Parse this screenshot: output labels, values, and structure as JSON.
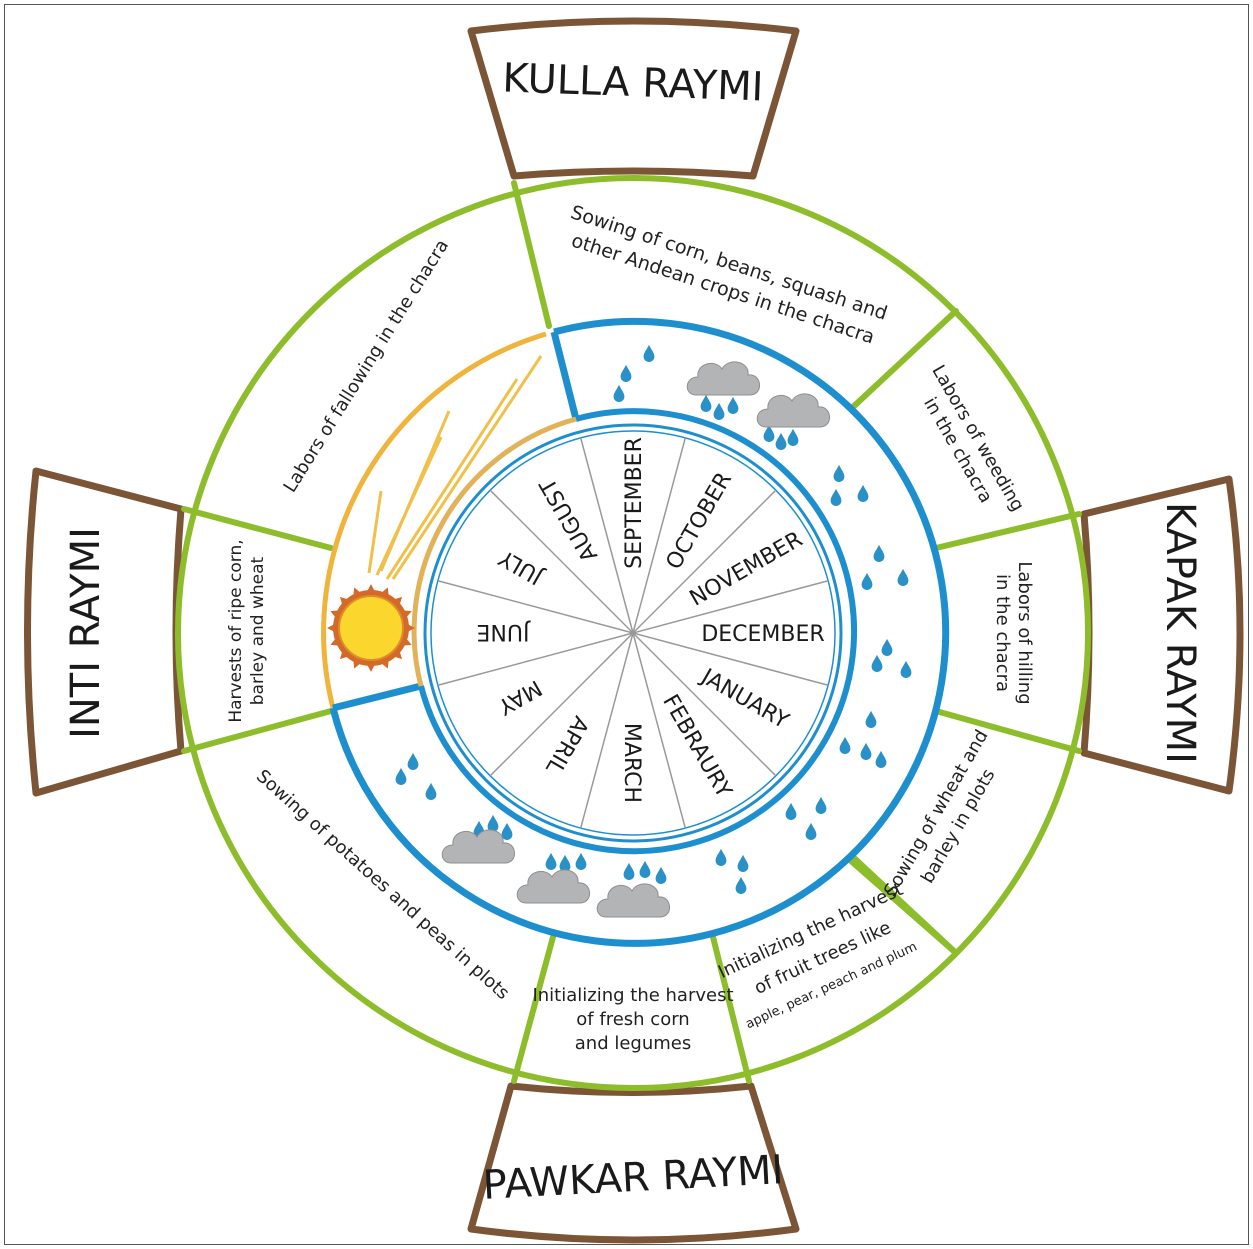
{
  "festivals": {
    "top": "KULLA RAYMI",
    "right": "KAPAK RAYMI",
    "bottom": "PAWKAR RAYMI",
    "left": "INTI RAYMI"
  },
  "labors": {
    "fallowing": "Labors of fallowing in the chacra",
    "sowing_corn": [
      "Sowing of corn, beans, squash and",
      "other Andean crops in the chacra"
    ],
    "weeding": [
      "Labors of weeding",
      "in the chacra"
    ],
    "hilling": [
      "Labors of hilling",
      "in the chacra"
    ],
    "sowing_wheat": [
      "Sowing of wheat and",
      "barley in plots"
    ],
    "fruit_harvest": [
      "Initializing the harvest",
      "of fruit trees like",
      "apple, pear, peach and plum"
    ],
    "fresh_corn": [
      "Initializing the harvest",
      "of fresh corn",
      "and legumes"
    ],
    "sowing_potatoes": "Sowing of potatoes and peas in plots",
    "ripe_harvest": [
      "Harvests of ripe corn,",
      "barley and wheat"
    ]
  },
  "months": [
    "SEPTEMBER",
    "OCTOBER",
    "NOVEMBER",
    "DECEMBER",
    "JANUARY",
    "FEBRAURY",
    "MARCH",
    "APRIL",
    "MAY",
    "JUNE",
    "JULY",
    "AUGUST"
  ],
  "icons": [
    "sun-icon",
    "cloud-icon",
    "raindrop-icon"
  ],
  "colors": {
    "festival_border": "#7b5536",
    "green_ring": "#8dbd2a",
    "blue_ring": "#1d8fce",
    "sun_arc": "#f0b43c",
    "sun_fill": "#fbd72e",
    "cloud": "#b3b4b6",
    "raindrop": "#2a90c8"
  }
}
